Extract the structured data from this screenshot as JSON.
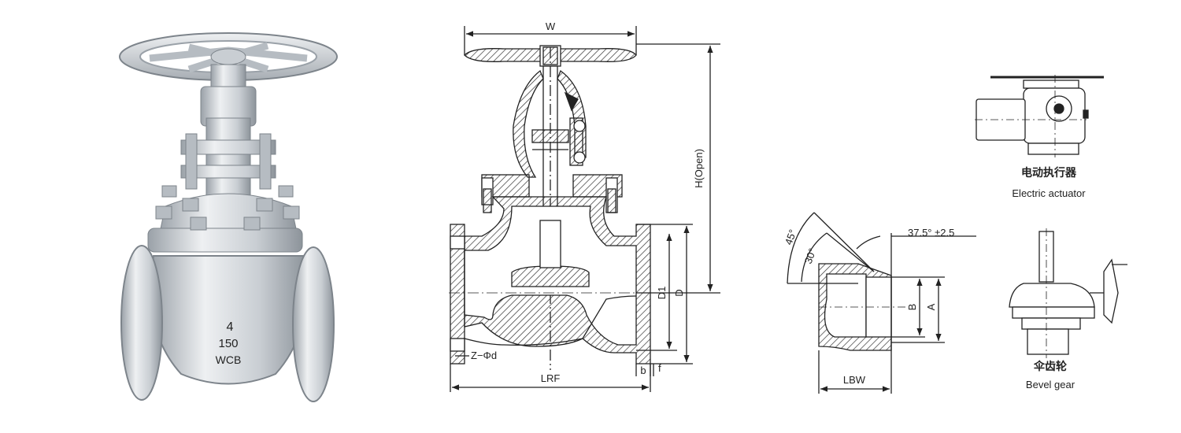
{
  "colors": {
    "line": "#222222",
    "hatch": "#333333",
    "metal": "#c9ced3",
    "metal_dark": "#8d949b",
    "metal_light": "#eef0f2"
  },
  "photo": {
    "body_marks": [
      "4",
      "150",
      "WCB"
    ]
  },
  "section_view": {
    "width_label": "W",
    "height_label": "H(Open)",
    "d1_label": "D1",
    "d_label": "D",
    "bolt_label": "Z−Φd",
    "length_label": "LRF",
    "b_label": "b",
    "f_label": "f"
  },
  "weld_detail": {
    "angle_45": "45°",
    "angle_30": "30°",
    "bevel_angle": "37.5° ±2.5",
    "b_label": "B",
    "a_label": "A",
    "length_label": "LBW"
  },
  "electric_actuator": {
    "label_cn": "电动执行器",
    "label_en": "Electric actuator"
  },
  "bevel_gear": {
    "label_cn": "伞齿轮",
    "label_en": "Bevel gear"
  }
}
